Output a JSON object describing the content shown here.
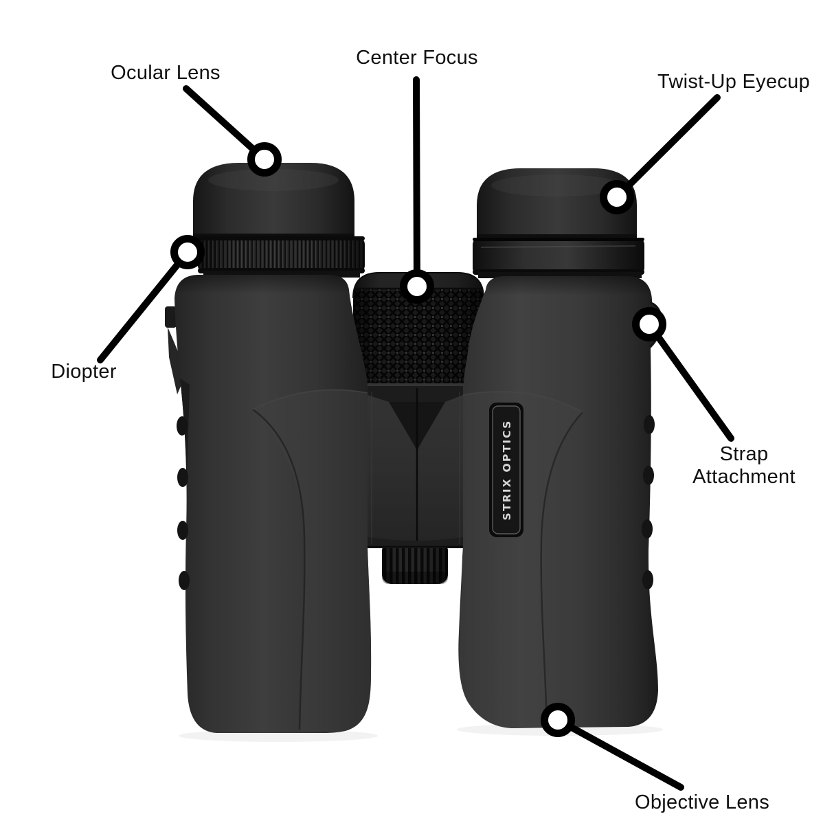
{
  "page": {
    "background_color": "#ffffff"
  },
  "diagram": {
    "product": "binoculars",
    "brand_badge": "STRIX OPTICS",
    "annotation_style": {
      "line_color": "#000000",
      "marker_fill": "#ffffff",
      "marker_stroke": "#000000",
      "label_color": "#101010"
    },
    "labels": {
      "ocular_lens": "Ocular Lens",
      "center_focus": "Center Focus",
      "twist_up_eyecup": "Twist-Up Eyecup",
      "diopter": "Diopter",
      "strap_attachment": "Strap Attachment",
      "objective_lens": "Objective Lens"
    }
  }
}
